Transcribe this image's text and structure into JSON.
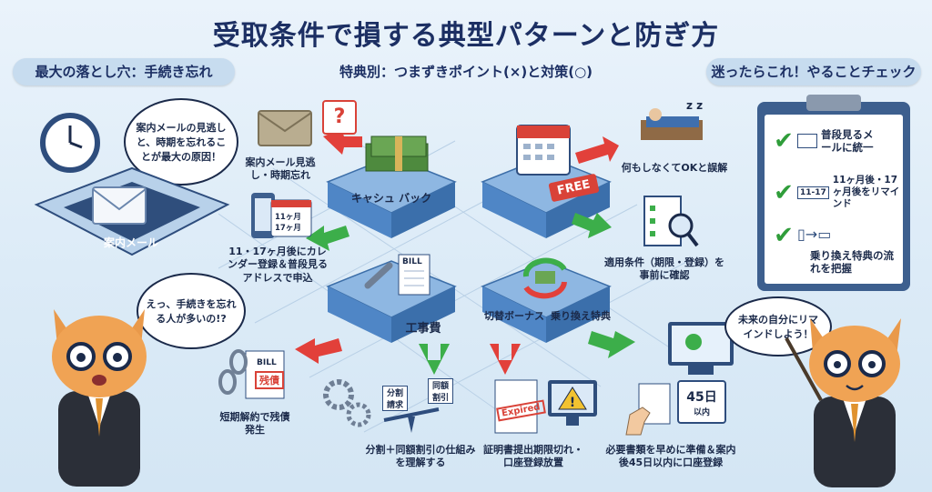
{
  "title": "受取条件で損する典型パターンと防ぎ方",
  "sections": {
    "left": "最大の落とし穴：手続き忘れ",
    "middle": "特典別：つまずきポイント(×)と対策(○)",
    "right": "迷ったらこれ！やることチェック"
  },
  "left_panel": {
    "bubble_top": "案内メールの見逃しと、時期を忘れることが最大の原因！",
    "envelope_label": "案内メール",
    "bubble_cat": "えっ、手続きを忘れる人が多いの!?"
  },
  "tiles": {
    "cashback": "キャシュ バック",
    "construction": "工事費",
    "switch_bonus": "切替ボーナス",
    "transfer": "乗り換え特典"
  },
  "callouts": {
    "missed_mail": "案内メール見逃し・時期忘れ",
    "calendar_fix": "11・17ヶ月後にカレンダー登録＆普段見るアドレスで申込",
    "free_misread": "何もしなくてOKと誤解",
    "check_conditions": "適用条件（期限・登録）を事前に確認",
    "early_cancel": "短期解約で残債発生",
    "understand_split": "分割＋同額割引の仕組みを理解する",
    "expired_docs": "証明書提出期限切れ・口座登録放置",
    "prepare_docs": "必要書類を早めに準備＆案内後45日以内に口座登録"
  },
  "icons_text": {
    "free_tag": "FREE",
    "bill": "BILL",
    "zangai": "残債",
    "expired": "Expired",
    "calendar_11": "11ヶ月",
    "calendar_17": "17ヶ月",
    "days45": "45日",
    "days45_sub": "以内",
    "scale_left": "分割請求",
    "scale_right": "同額割引"
  },
  "checklist": [
    {
      "text": "普段見るメールに統一"
    },
    {
      "text": "11ヶ月後・17ヶ月後をリマインド",
      "tag": "11-17"
    },
    {
      "text": "乗り換え特典の流れを把握"
    }
  ],
  "right_cat_bubble": "未来の自分にリマインドしよう！",
  "colors": {
    "title": "#1c2f63",
    "tile": "#4f86c6",
    "check_green": "#2f9d3a",
    "bad_red": "#e2403a",
    "good_green": "#3cae4a"
  }
}
